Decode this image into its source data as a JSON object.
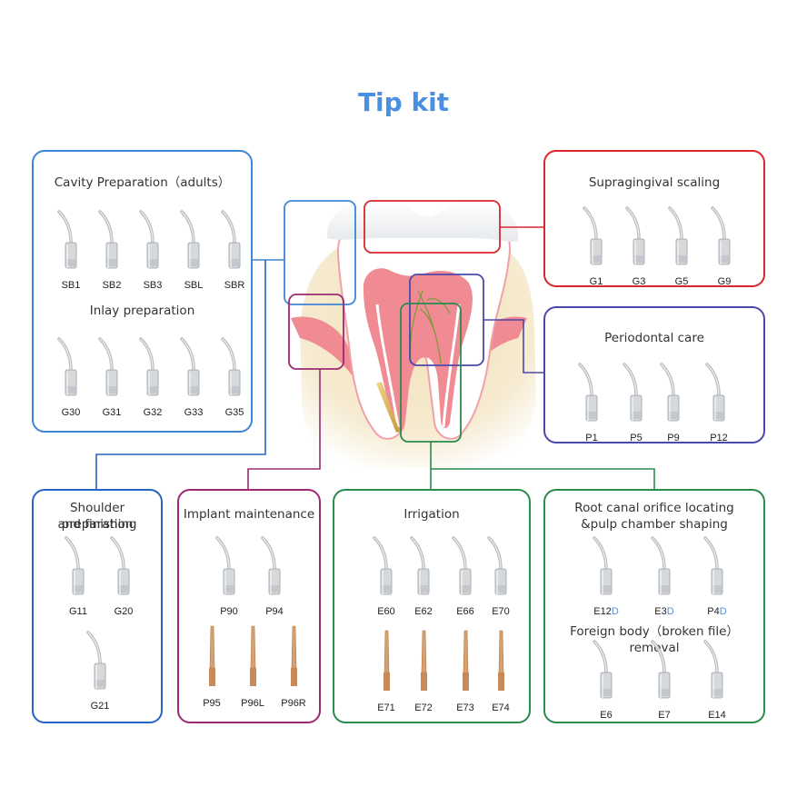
{
  "title": "Tip kit",
  "colors": {
    "title": "#4a90e2",
    "cavity": "#3d86d6",
    "supragingival": "#d9262c",
    "periodontal": "#4b49a8",
    "shoulder": "#2764c5",
    "implant": "#9b2a72",
    "irrigation": "#2a8a4f",
    "rootcanal": "#2a8a4f"
  },
  "panels": {
    "cavity": {
      "title": "Cavity Preparation（adults）",
      "subtitle": "Inlay preparation",
      "row1": [
        {
          "label": "SB1"
        },
        {
          "label": "SB2"
        },
        {
          "label": "SB3"
        },
        {
          "label": "SBL"
        },
        {
          "label": "SBR"
        }
      ],
      "row2": [
        {
          "label": "G30"
        },
        {
          "label": "G31"
        },
        {
          "label": "G32"
        },
        {
          "label": "G33"
        },
        {
          "label": "G35"
        }
      ]
    },
    "supragingival": {
      "title": "Supragingival scaling",
      "row1": [
        {
          "label": "G1"
        },
        {
          "label": "G3"
        },
        {
          "label": "G5"
        },
        {
          "label": "G9"
        }
      ]
    },
    "periodontal": {
      "title": "Periodontal care",
      "row1": [
        {
          "label": "P1"
        },
        {
          "label": "P5"
        },
        {
          "label": "P9"
        },
        {
          "label": "P12"
        }
      ]
    },
    "shoulder": {
      "title_line1": "Shoulder preparation",
      "title_line2": "and finishing",
      "row1": [
        {
          "label": "G11"
        },
        {
          "label": "G20"
        }
      ],
      "row2": [
        {
          "label": "G21"
        }
      ]
    },
    "implant": {
      "title": "Implant maintenance",
      "row1": [
        {
          "label": "P90"
        },
        {
          "label": "P94"
        }
      ],
      "row2": [
        {
          "label": "P95"
        },
        {
          "label": "P96L"
        },
        {
          "label": "P96R"
        }
      ]
    },
    "irrigation": {
      "title": "Irrigation",
      "row1": [
        {
          "label": "E60"
        },
        {
          "label": "E62"
        },
        {
          "label": "E66"
        },
        {
          "label": "E70"
        }
      ],
      "row2": [
        {
          "label": "E71"
        },
        {
          "label": "E72"
        },
        {
          "label": "E73"
        },
        {
          "label": "E74"
        }
      ]
    },
    "rootcanal": {
      "title_line1": "Root canal orifice locating",
      "title_line2": "&pulp chamber shaping",
      "subtitle": "Foreign body（broken file）removal",
      "row1": [
        {
          "label": "E12",
          "suffix": "D"
        },
        {
          "label": "E3",
          "suffix": "D"
        },
        {
          "label": "P4",
          "suffix": "D"
        }
      ],
      "row2": [
        {
          "label": "E6"
        },
        {
          "label": "E7"
        },
        {
          "label": "E14"
        }
      ]
    }
  }
}
